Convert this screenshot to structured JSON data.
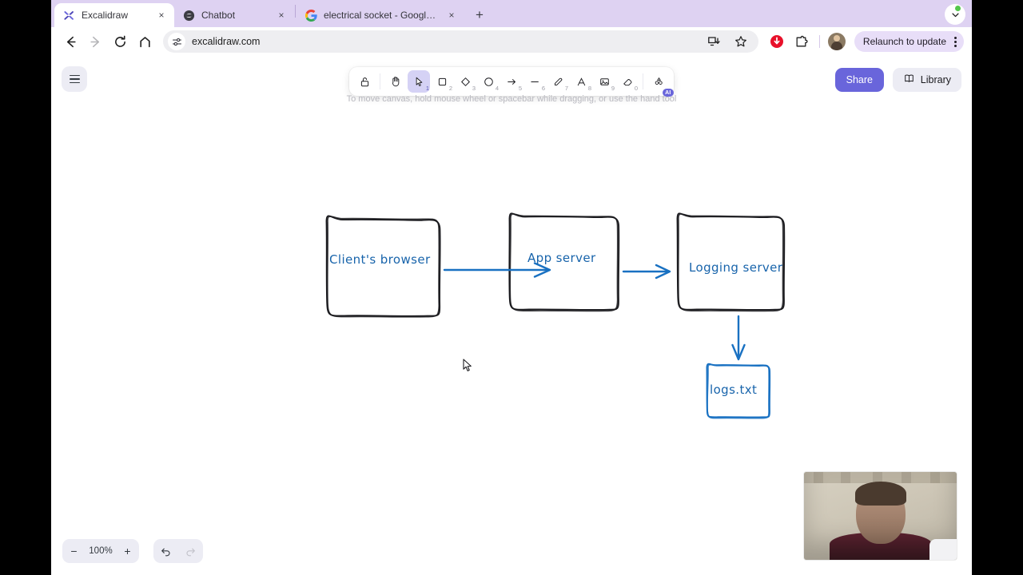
{
  "browser": {
    "tabs": [
      {
        "title": "Excalidraw",
        "favicon": "excalidraw-icon",
        "active": true,
        "close_label": "×"
      },
      {
        "title": "Chatbot",
        "favicon": "chatbot-icon",
        "active": false,
        "close_label": "×"
      },
      {
        "title": "electrical socket - Google Se",
        "favicon": "google-icon",
        "active": false,
        "close_label": "×"
      }
    ],
    "new_tab_label": "+",
    "tablist_icon": "chevron-down-icon",
    "nav": {
      "back_icon": "back-arrow-icon",
      "forward_icon": "forward-arrow-icon",
      "reload_icon": "reload-icon",
      "home_icon": "home-icon"
    },
    "omnibox": {
      "site_settings_icon": "tune-icon",
      "url": "excalidraw.com",
      "install_icon": "install-app-icon",
      "bookmark_icon": "star-icon"
    },
    "extensions": {
      "opera_icon": "opera-extension-icon",
      "puzzle_icon": "extensions-puzzle-icon",
      "avatar": "profile-avatar"
    },
    "relaunch": {
      "label": "Relaunch to update",
      "menu_icon": "kebab-menu-icon"
    }
  },
  "app": {
    "menu_icon": "hamburger-menu-icon",
    "hint": "To move canvas, hold mouse wheel or spacebar while dragging, or use the hand tool",
    "share_label": "Share",
    "library_label": "Library",
    "library_icon": "book-icon",
    "toolbar": {
      "tools": [
        {
          "name": "lock-icon",
          "key": "",
          "active": false
        },
        {
          "name": "hand-icon",
          "key": "",
          "active": false
        },
        {
          "name": "selection-icon",
          "key": "1",
          "active": true
        },
        {
          "name": "rectangle-icon",
          "key": "2",
          "active": false
        },
        {
          "name": "diamond-icon",
          "key": "3",
          "active": false
        },
        {
          "name": "ellipse-icon",
          "key": "4",
          "active": false
        },
        {
          "name": "arrow-icon",
          "key": "5",
          "active": false
        },
        {
          "name": "line-icon",
          "key": "6",
          "active": false
        },
        {
          "name": "draw-icon",
          "key": "7",
          "active": false
        },
        {
          "name": "text-icon",
          "key": "8",
          "active": false
        },
        {
          "name": "image-icon",
          "key": "9",
          "active": false
        },
        {
          "name": "eraser-icon",
          "key": "0",
          "active": false
        },
        {
          "name": "shapes-ai-icon",
          "key": "",
          "active": false,
          "badge": "AI"
        }
      ]
    },
    "footer": {
      "zoom_out_label": "−",
      "zoom_value": "100%",
      "zoom_in_label": "+",
      "undo_icon": "undo-icon",
      "redo_icon": "redo-icon"
    }
  },
  "diagram": {
    "stroke_color": "#1b1b1f",
    "accent_color": "#1971c2",
    "text_color": "#1864ab",
    "nodes": [
      {
        "id": "client",
        "label": "Client's browser",
        "border": "#1b1b1f"
      },
      {
        "id": "app",
        "label": "App server",
        "border": "#1b1b1f"
      },
      {
        "id": "log",
        "label": "Logging server",
        "border": "#1b1b1f"
      },
      {
        "id": "file",
        "label": "logs.txt",
        "border": "#1971c2"
      }
    ],
    "edges": [
      {
        "from": "client",
        "to": "app"
      },
      {
        "from": "app",
        "to": "log"
      },
      {
        "from": "log",
        "to": "file"
      }
    ]
  },
  "overlay": {
    "webcam_label": "webcam-video"
  }
}
